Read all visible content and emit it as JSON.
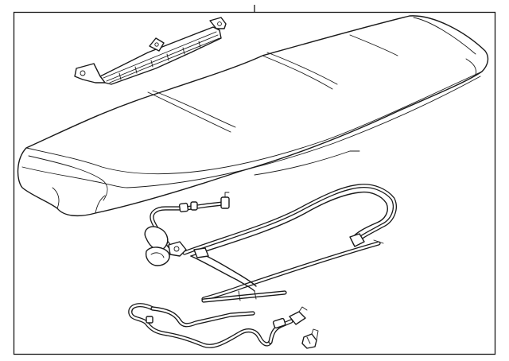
{
  "diagram": {
    "kind": "exploded parts line drawing",
    "components": [
      {
        "key": "spoiler",
        "icon": "rear-spoiler-panel"
      },
      {
        "key": "stop-lamp",
        "icon": "high-mount-stop-lamp"
      },
      {
        "key": "harness-upper",
        "icon": "wiring-harness-loop"
      },
      {
        "key": "harness-lower",
        "icon": "wiring-harness-lead"
      },
      {
        "key": "connector",
        "icon": "harness-connector-clip"
      }
    ]
  }
}
